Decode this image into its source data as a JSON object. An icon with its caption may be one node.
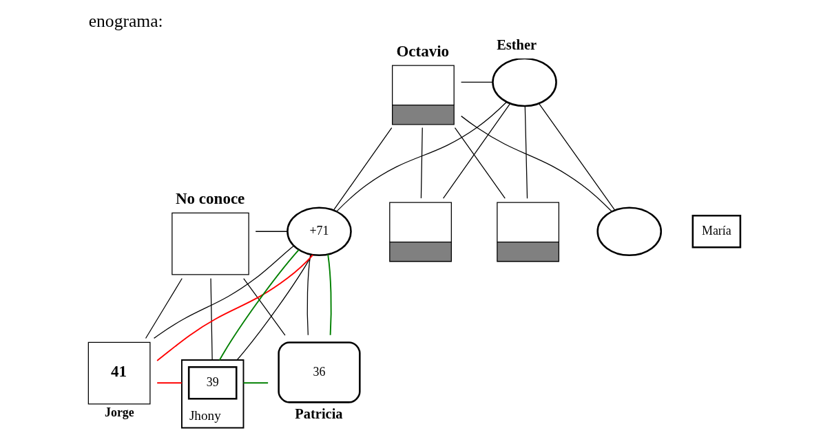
{
  "diagram": {
    "title": "enograma:",
    "nodes": [
      {
        "text": [
          "Octavio"
        ]
      },
      {
        "text": [
          "Esther"
        ]
      },
      {
        "text": [],
        "shape": "circle"
      },
      {
        "text": [
          "+71"
        ]
      },
      {
        "text": [
          "María"
        ]
      },
      {
        "text": [],
        "shape": "box"
      },
      {
        "text": [],
        "shape": "box"
      },
      {
        "text": [
          "No conoce"
        ]
      },
      {
        "text": [
          "41",
          "Jorge"
        ]
      },
      {
        "text": [
          "Jhony"
        ]
      },
      {
        "text": [
          "39"
        ],
        "in": 9
      },
      {
        "text": [
          "36",
          "Patricia"
        ]
      }
    ],
    "edges": [
      {
        "from": 0,
        "to": 1,
        "arrow": "none"
      },
      {
        "from": 0,
        "to": 2,
        "arrow": "none"
      },
      {
        "from": 0,
        "to": 3,
        "arrow": "none"
      },
      {
        "from": 0,
        "to": 5,
        "arrow": "none"
      },
      {
        "from": 0,
        "to": 6,
        "arrow": "none"
      },
      {
        "from": 1,
        "to": 2,
        "arrow": "none"
      },
      {
        "from": 1,
        "to": 3,
        "arrow": "none"
      },
      {
        "from": 1,
        "to": 5,
        "arrow": "none"
      },
      {
        "from": 1,
        "to": 6,
        "arrow": "none"
      },
      {
        "from": 7,
        "to": 3,
        "arrow": "none"
      },
      {
        "from": 7,
        "to": 8,
        "arrow": "none"
      },
      {
        "from": 7,
        "to": 9,
        "arrow": "none"
      },
      {
        "from": 7,
        "to": 11,
        "arrow": "none"
      },
      {
        "from": 3,
        "to": 8,
        "arrow": "none"
      },
      {
        "from": 3,
        "to": 9,
        "arrow": "none"
      },
      {
        "from": 3,
        "to": 11,
        "arrow": "none"
      },
      {
        "from": 8,
        "to": 3,
        "arrow": "none",
        "color": "#ff0000"
      },
      {
        "from": 8,
        "to": 9,
        "arrow": "none",
        "color": "#ff0000"
      },
      {
        "from": 9,
        "to": 3,
        "arrow": "none",
        "color": "#008000"
      },
      {
        "from": 9,
        "to": 11,
        "arrow": "none",
        "color": "#008000"
      },
      {
        "from": 11,
        "to": 3,
        "arrow": "none",
        "color": "#008000"
      }
    ]
  }
}
